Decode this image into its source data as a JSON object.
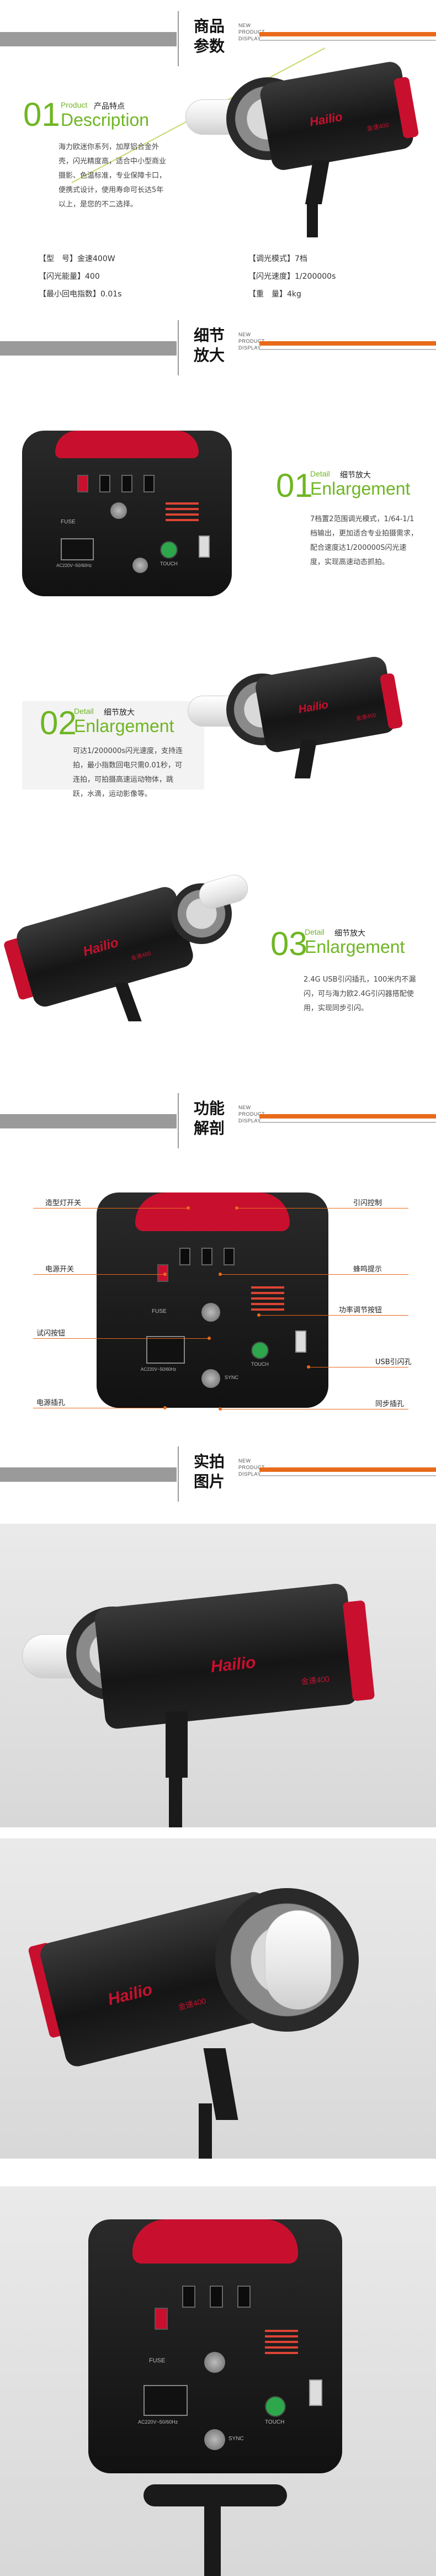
{
  "sections": {
    "params": {
      "title": "商品\n参数",
      "new_text": "NEW\nPRODUCT\nDISPLAY"
    },
    "details": {
      "title": "细节\n放大",
      "new_text": "NEW\nPRODUCT\nDISPLAY"
    },
    "functions": {
      "title": "功能\n解剖",
      "new_text": "NEW\nPRODUCT\nDISPLAY"
    },
    "photos": {
      "title": "实拍\n图片",
      "new_text": "NEW\nPRODUCT\nDISPLAY"
    }
  },
  "product_features": {
    "num": "01",
    "small_en": "Product",
    "cn_label": "产品特点",
    "big_en": "Description",
    "text": "海力欧迷你系列，加厚铝合金外壳，闪光精度高，适合中小型商业摄影、色温标准，专业保障卡口，便携式设计，使用寿命可长达5年以上，是您的不二选择。"
  },
  "specs": [
    {
      "label": "【型　号】",
      "value": "金速400W"
    },
    {
      "label": "【调光模式】",
      "value": "7档"
    },
    {
      "label": "【闪光能量】",
      "value": "400"
    },
    {
      "label": "【闪光速度】",
      "value": "1/200000s"
    },
    {
      "label": "【最小回电指数】",
      "value": "0.01s"
    },
    {
      "label": "【重　量】",
      "value": "4kg"
    }
  ],
  "detail_01": {
    "num": "01",
    "small_en": "Detail",
    "cn_label": "细节放大",
    "big_en": "Enlargement",
    "text": "7档置2范围调光模式，1/64-1/1档输出，更加适合专业拍摄需求，配合速度达1/200000S闪光速度，实现高速动态抓拍。"
  },
  "detail_02": {
    "num": "02",
    "small_en": "Detail",
    "cn_label": "细节放大",
    "big_en": "Enlargement",
    "text": "可达1/200000s闪光速度，支持连拍，最小指数回电只需0.01秒，可连拍，可拍摄高速运动物体，跳跃，水滴，运动影像等。"
  },
  "detail_03": {
    "num": "03",
    "small_en": "Detail",
    "cn_label": "细节放大",
    "big_en": "Enlargement",
    "text": "2.4G USB引闪插孔，100米内不漏闪，可与海力欧2.4G引闪器搭配使用，实现同步引闪。"
  },
  "brand": "Hailio",
  "model_mark": "金速400",
  "panel": {
    "fuse": "FUSE",
    "touch": "TOUCH",
    "sync": "SYNC",
    "ac": "AC220V~50/60Hz"
  },
  "callouts": {
    "left": [
      "造型灯开关",
      "电源开关",
      "试闪按钮",
      "电源插孔"
    ],
    "right": [
      "引闪控制",
      "蜂鸣提示",
      "功率调节按钮",
      "USB引闪孔",
      "同步插孔"
    ]
  },
  "colors": {
    "accent_green": "#6fb623",
    "accent_orange": "#e86a1a",
    "brand_red": "#c8102e"
  }
}
